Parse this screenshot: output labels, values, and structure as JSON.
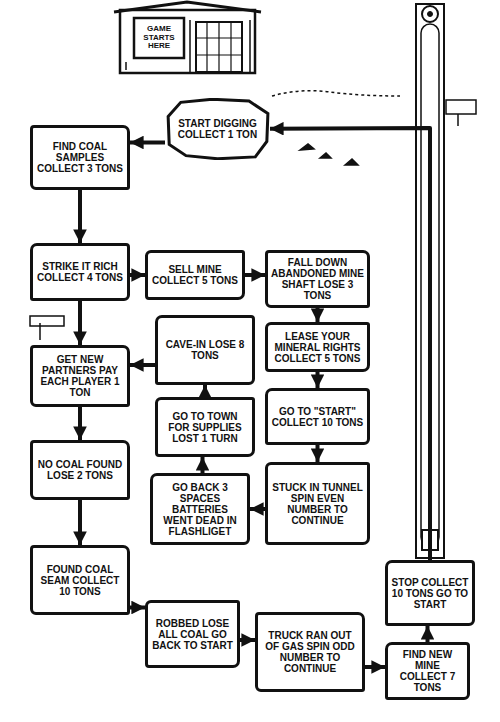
{
  "diagram": {
    "nodes": [
      {
        "text": [
          "START DIGGING COLLECT 1 TON"
        ]
      },
      {
        "text": [
          "FIND COAL SAMPLES COLLECT 3 TONS"
        ]
      },
      {
        "text": [
          "STRIKE IT RICH COLLECT 4 TONS"
        ]
      },
      {
        "text": [
          "SELL MINE COLLECT 5 TONS"
        ]
      },
      {
        "text": [
          "FALL DOWN ABANDONED MINE SHAFT LOSE 3 TONS"
        ]
      },
      {
        "text": [
          "CAVE-IN LOSE 8 TONS"
        ]
      },
      {
        "text": [
          "LEASE YOUR MINERAL RIGHTS COLLECT 5 TONS"
        ]
      },
      {
        "text": [
          "GET NEW PARTNERS PAY EACH PLAYER 1 TON"
        ]
      },
      {
        "text": [
          "GO TO \"START\" COLLECT 10 TONS"
        ]
      },
      {
        "text": [
          "GO TO TOWN FOR SUPPLIES LOST 1 TURN"
        ]
      },
      {
        "text": [
          "NO COAL FOUND LOSE 2 TONS"
        ]
      },
      {
        "text": [
          "GO BACK 3 SPACES BATTERIES WENT DEAD IN FLASHLIGET"
        ]
      },
      {
        "text": [
          "STUCK IN TUNNEL SPIN EVEN NUMBER TO CONTINUE"
        ]
      },
      {
        "text": [
          "FOUND COAL SEAM COLLECT 10 TONS"
        ]
      },
      {
        "text": [
          "STOP COLLECT 10 TONS GO TO START"
        ]
      },
      {
        "text": [
          "ROBBED LOSE ALL COAL GO BACK TO START"
        ]
      },
      {
        "text": [
          "TRUCK RAN OUT OF GAS SPIN ODD NUMBER TO CONTINUE"
        ]
      },
      {
        "text": [
          "FIND NEW MINE COLLECT 7 TONS"
        ]
      }
    ],
    "edges": [
      {
        "from": 0,
        "to": 1,
        "arrow": "to"
      },
      {
        "from": 1,
        "to": 2,
        "arrow": "to"
      },
      {
        "from": 2,
        "to": 3,
        "arrow": "to"
      },
      {
        "from": 3,
        "to": 4,
        "arrow": "to"
      },
      {
        "from": 4,
        "to": 6,
        "arrow": "to"
      },
      {
        "from": 6,
        "to": 8,
        "arrow": "to"
      },
      {
        "from": 8,
        "to": 12,
        "arrow": "to"
      },
      {
        "from": 12,
        "to": 11,
        "arrow": "to"
      },
      {
        "from": 11,
        "to": 9,
        "arrow": "to"
      },
      {
        "from": 9,
        "to": 5,
        "arrow": "to"
      },
      {
        "from": 5,
        "to": 7,
        "arrow": "to"
      },
      {
        "from": 2,
        "to": 7,
        "arrow": "to"
      },
      {
        "from": 7,
        "to": 10,
        "arrow": "to"
      },
      {
        "from": 10,
        "to": 13,
        "arrow": "to"
      },
      {
        "from": 13,
        "to": 15,
        "arrow": "to"
      },
      {
        "from": 15,
        "to": 16,
        "arrow": "to"
      },
      {
        "from": 16,
        "to": 17,
        "arrow": "to"
      },
      {
        "from": 17,
        "to": 14,
        "arrow": "to"
      },
      {
        "from": 14,
        "to": 0,
        "arrow": "to"
      }
    ],
    "labels": [
      "GAME STARTS HERE"
    ]
  }
}
